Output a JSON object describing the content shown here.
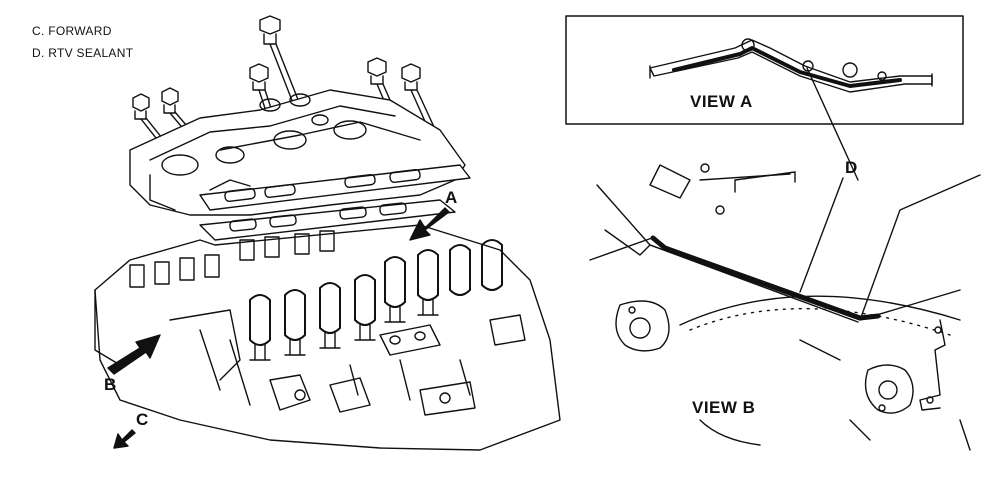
{
  "legend": {
    "items": [
      {
        "text": "C. FORWARD"
      },
      {
        "text": "D. RTV SEALANT"
      }
    ]
  },
  "callouts": {
    "a": "A",
    "b": "B",
    "c": "C",
    "d": "D"
  },
  "views": {
    "view_a": "VIEW A",
    "view_b": "VIEW B"
  }
}
